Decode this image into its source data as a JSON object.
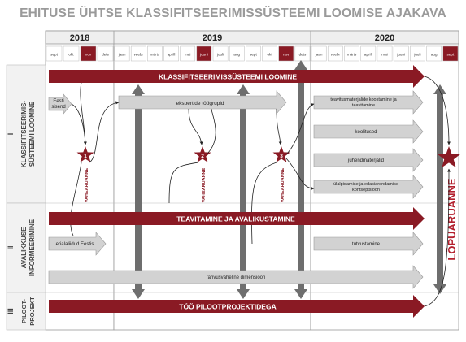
{
  "title": "EHITUSE ÜHTSE KLASSIFITSEERIMISSÜSTEEMI LOOMISE AJAKAVA",
  "years": [
    "2018",
    "2019",
    "2020"
  ],
  "months": {
    "y2018": [
      "sept",
      "okt",
      "nov",
      "dets"
    ],
    "y2019": [
      "jaan",
      "veebr",
      "märts",
      "aprill",
      "mai",
      "juuni",
      "juuli",
      "aug",
      "sept",
      "okt",
      "nov",
      "dets"
    ],
    "y2020": [
      "jaan",
      "veebr",
      "märts",
      "aprill",
      "mai",
      "juuni",
      "juuli",
      "aug",
      "sept"
    ]
  },
  "sections": [
    {
      "numeral": "I",
      "label_line1": "KLASSIFITSEERIMIS-",
      "label_line2": "SÜSTEEMI LOOMINE"
    },
    {
      "numeral": "II",
      "label_line1": "AVALIKKUSE",
      "label_line2": "INFORMEERIMINE"
    },
    {
      "numeral": "III",
      "label_line1": "PILOOT-",
      "label_line2": "PROJEKT"
    }
  ],
  "bars": {
    "main_creation": "KLASSIFITSEERIMISSÜSTEEMI LOOMINE",
    "eesti_sisend_1": "Eesti",
    "eesti_sisend_2": "sisend",
    "ekspertide_tookgrupid": "ekspertide töögrupid",
    "teavitus_1": "teavitusmaterjalide koostamine ja",
    "teavitus_2": "teavitamine",
    "koolitused": "koolitused",
    "juhendmaterjalid": "juhendmaterjalid",
    "ulalpidamine_1": "ülalpidamise ja edasiarendamise",
    "ulalpidamine_2": "kontseptsioon",
    "teavitamine_avalikustamine": "TEAVITAMINE JA AVALIKUSTAMINE",
    "erialaliidud": "erialaliidud Eestis",
    "tutvustamine": "tutvustamine",
    "rahvusvaheline": "rahvusvaheline dimensioon",
    "pilootprojektid": "TÖÖ PILOOTPROJEKTIDEGA"
  },
  "milestones": [
    {
      "number": "1",
      "label": "VAHEARUANNE"
    },
    {
      "number": "2",
      "label": "VAHEARUANNE"
    },
    {
      "number": "3",
      "label": "VAHEARUANNE"
    }
  ],
  "final_report": "LÕPUARUANNE",
  "colors": {
    "dark_red": "#8a1a24",
    "grey_arrow": "#d2d2d2",
    "dark_grey": "#6e6e6e",
    "title_grey": "#9a9a9a",
    "highlight_month": "#8a1a24"
  }
}
